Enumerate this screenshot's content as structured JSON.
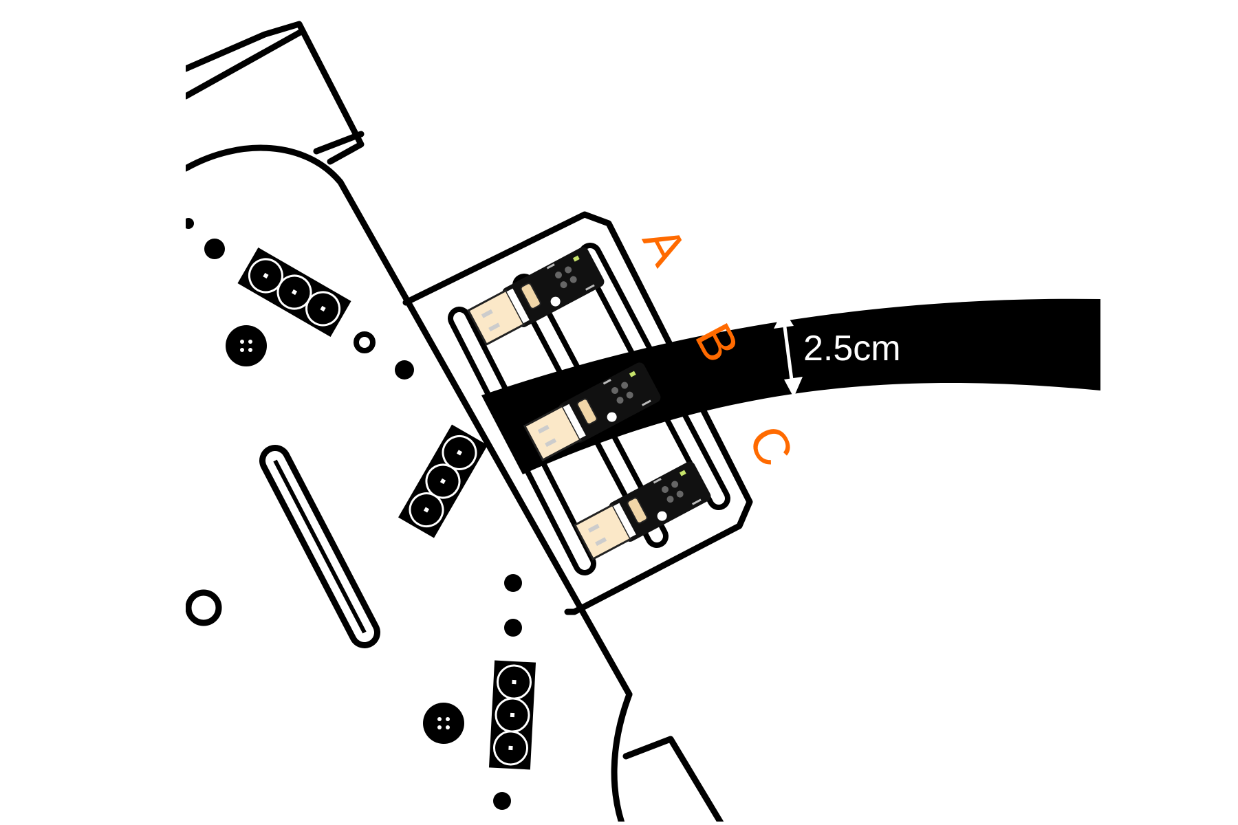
{
  "labels": {
    "position_a": "A",
    "position_b": "B",
    "position_c": "C"
  },
  "measurement": {
    "track_width": "2.5cm"
  },
  "colors": {
    "label": "#ff6a00",
    "track": "#000000",
    "board_outline": "#000000",
    "connector": "#fbe8c8",
    "sensor_board": "#111111",
    "dimension_text": "#ffffff"
  },
  "icons": {
    "dimension": "double-arrow-icon",
    "sensor": "line-sensor-module-icon",
    "connector": "jst-connector-icon"
  }
}
